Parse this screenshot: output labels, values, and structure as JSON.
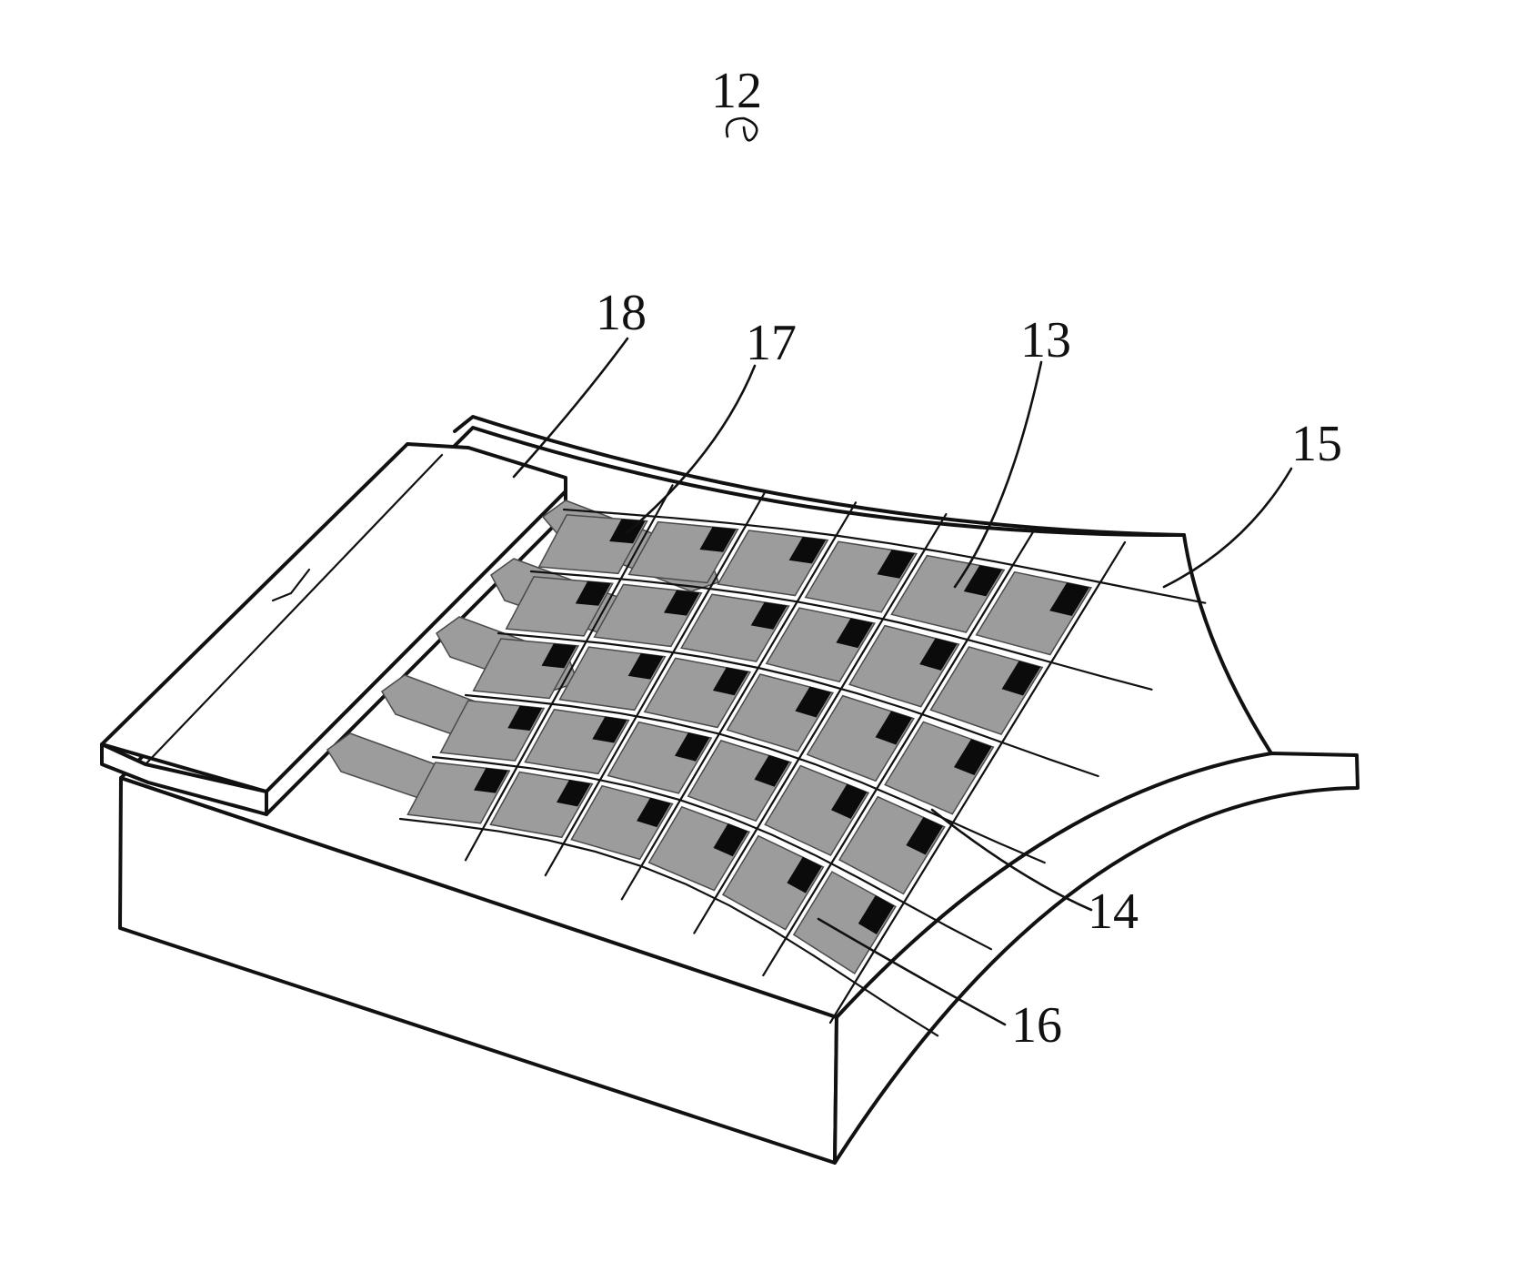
{
  "figure": {
    "labels": [
      {
        "id": "label-12",
        "text": "12"
      },
      {
        "id": "label-18",
        "text": "18"
      },
      {
        "id": "label-17",
        "text": "17"
      },
      {
        "id": "label-13",
        "text": "13"
      },
      {
        "id": "label-15",
        "text": "15"
      },
      {
        "id": "label-14",
        "text": "14"
      },
      {
        "id": "label-16",
        "text": "16"
      }
    ],
    "colors": {
      "background": "#ffffff",
      "outline": "#111111",
      "electrode_pad": "#9c9c9c",
      "thin_film_transistor": "#0b0b0b"
    },
    "pixel_array": {
      "rows": 5,
      "columns": 6
    }
  }
}
